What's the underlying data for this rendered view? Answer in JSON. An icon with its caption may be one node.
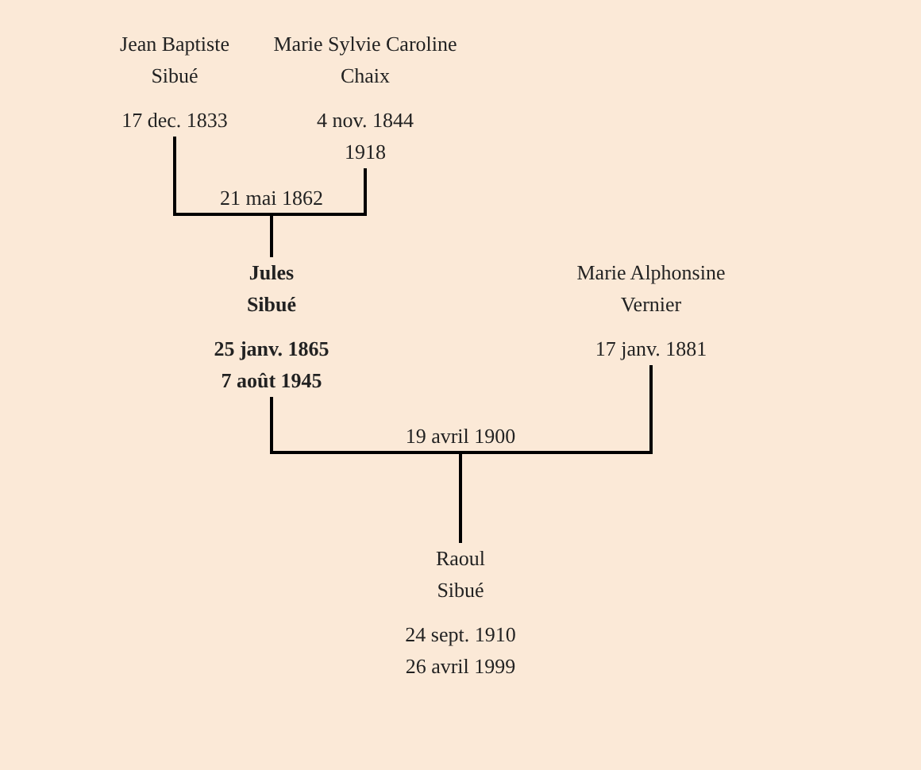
{
  "diagram": {
    "nodes": [
      {
        "text": [
          "Jean Baptiste Sibué",
          "17 dec. 1833"
        ]
      },
      {
        "text": [
          "Marie Sylvie Caroline Chaix",
          "4 nov. 1844",
          "1918"
        ]
      },
      {
        "text": [
          "Jules Sibué",
          "25 janv. 1865",
          "7 août 1945"
        ]
      },
      {
        "text": [
          "Marie Alphonsine Vernier",
          "17 janv. 1881"
        ]
      },
      {
        "text": [
          "Raoul Sibué",
          "24 sept. 1910",
          "26 avril 1999"
        ]
      }
    ],
    "edges": [
      {
        "from": 0,
        "to": 2,
        "arrow": "none",
        "label": "21 mai 1862"
      },
      {
        "from": 1,
        "to": 2,
        "arrow": "none"
      },
      {
        "from": 2,
        "to": 4,
        "arrow": "none",
        "label": "19 avril 1900"
      },
      {
        "from": 3,
        "to": 4,
        "arrow": "none"
      }
    ]
  }
}
